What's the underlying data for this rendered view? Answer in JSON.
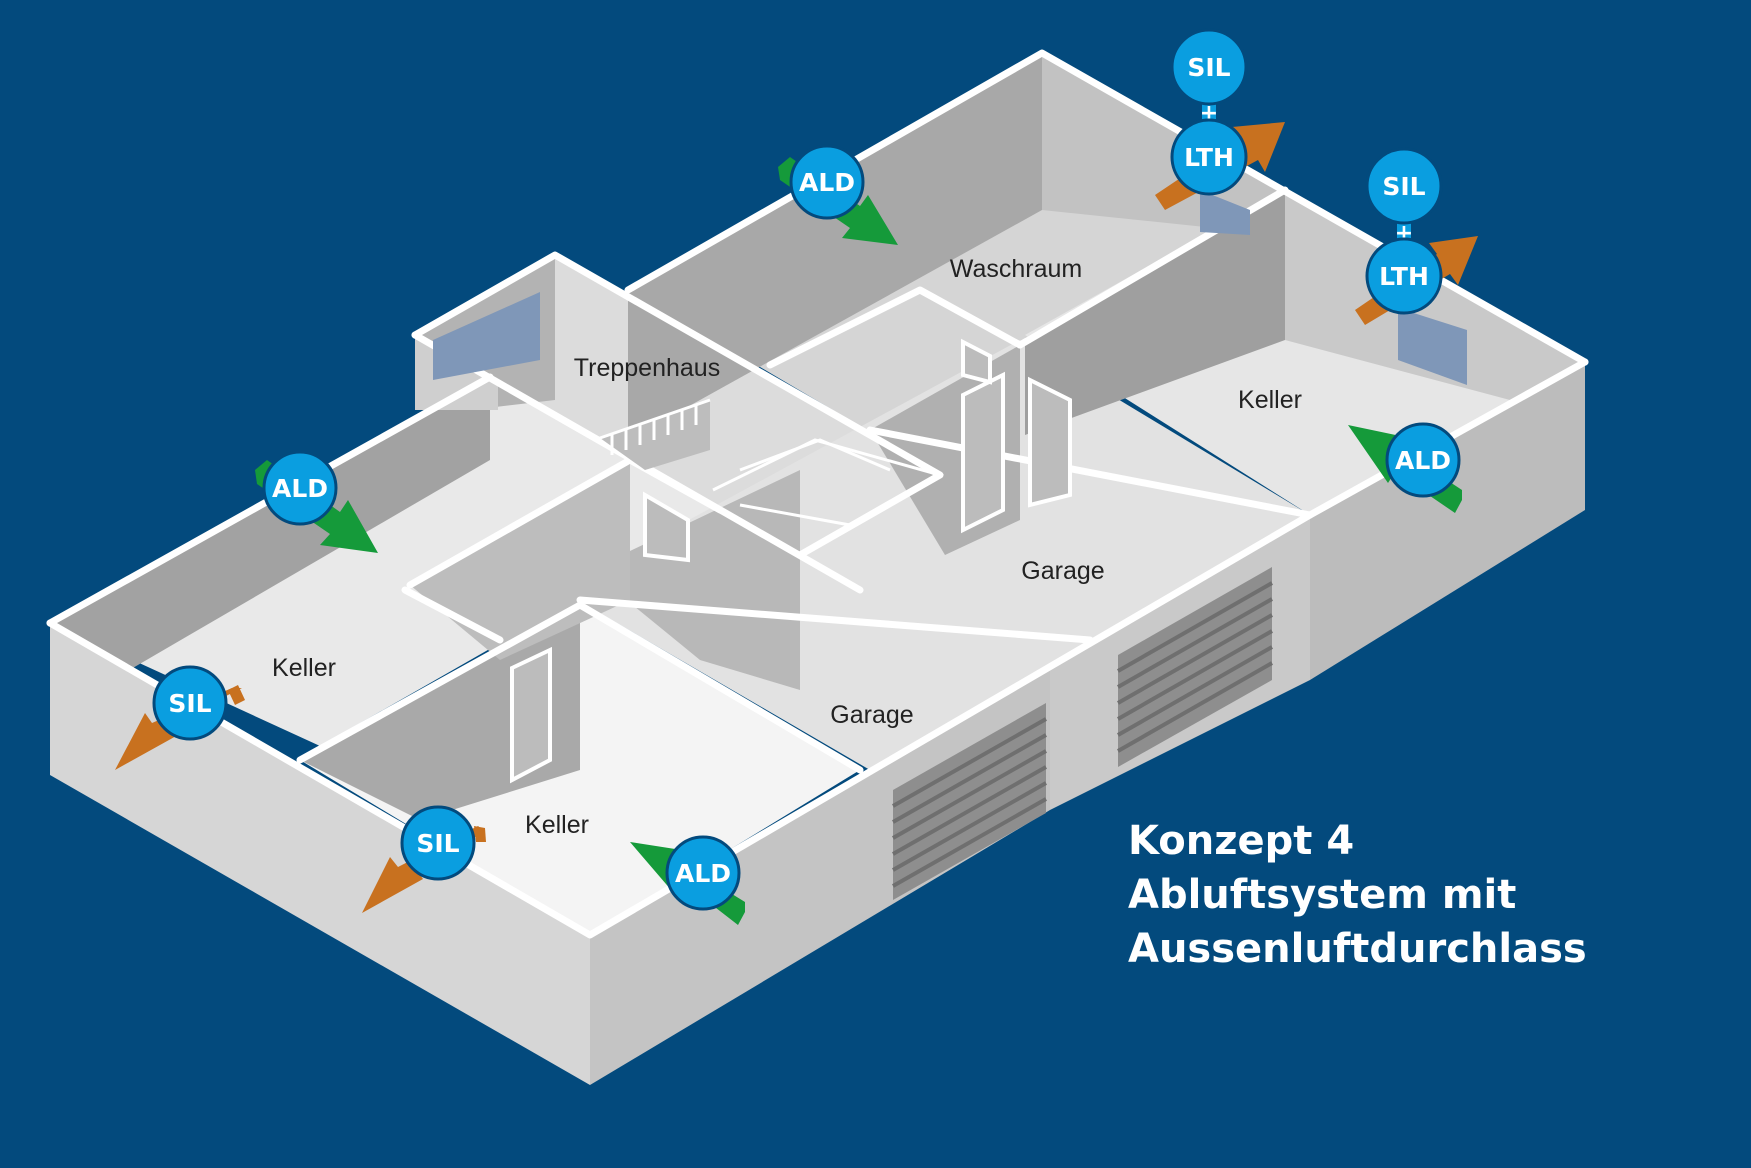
{
  "title": {
    "line1": "Konzept 4",
    "line2": "Abluftsystem mit",
    "line3": "Aussenluftdurchlass"
  },
  "rooms": {
    "waschraum": "Waschraum",
    "treppenhaus": "Treppenhaus",
    "keller_right": "Keller",
    "keller_left": "Keller",
    "keller_bottom": "Keller",
    "garage_upper": "Garage",
    "garage_lower": "Garage"
  },
  "devices": {
    "ald": "ALD",
    "sil": "SIL",
    "lth": "LTH",
    "plus": "+"
  },
  "colors": {
    "background": "#034a7d",
    "badge": "#0a9ee0",
    "intake_arrow": "#159a3a",
    "exhaust_arrow": "#c8711f",
    "window": "#7f97b8"
  }
}
